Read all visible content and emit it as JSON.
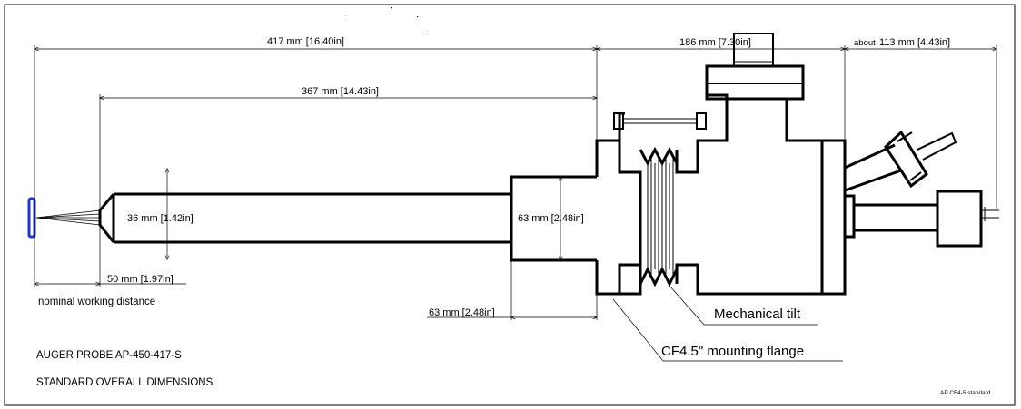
{
  "dimensions": {
    "overall_length": "417 mm [16.40in]",
    "body_length": "367 mm [14.43in]",
    "tilt_section_length": "186 mm [7.30in]",
    "rear_length_prefix": "about",
    "rear_length": "113 mm [4.43in]",
    "tube_diameter": "36 mm [1.42in]",
    "flange_diameter": "63 mm [2.48in]",
    "flange_section_length": "63 mm [2.48in]",
    "working_distance": "50 mm [1.97in]"
  },
  "labels": {
    "working_distance_caption": "nominal working distance",
    "mechanical_tilt": "Mechanical tilt",
    "mounting_flange": "CF4.5\" mounting flange"
  },
  "title_block": {
    "product": "AUGER PROBE AP-450-417-S",
    "subtitle": "STANDARD OVERALL DIMENSIONS",
    "drawing_ref": "AP CF4-5 standard"
  },
  "colors": {
    "line": "#000000",
    "sample": "#2233cc",
    "background": "#ffffff"
  }
}
